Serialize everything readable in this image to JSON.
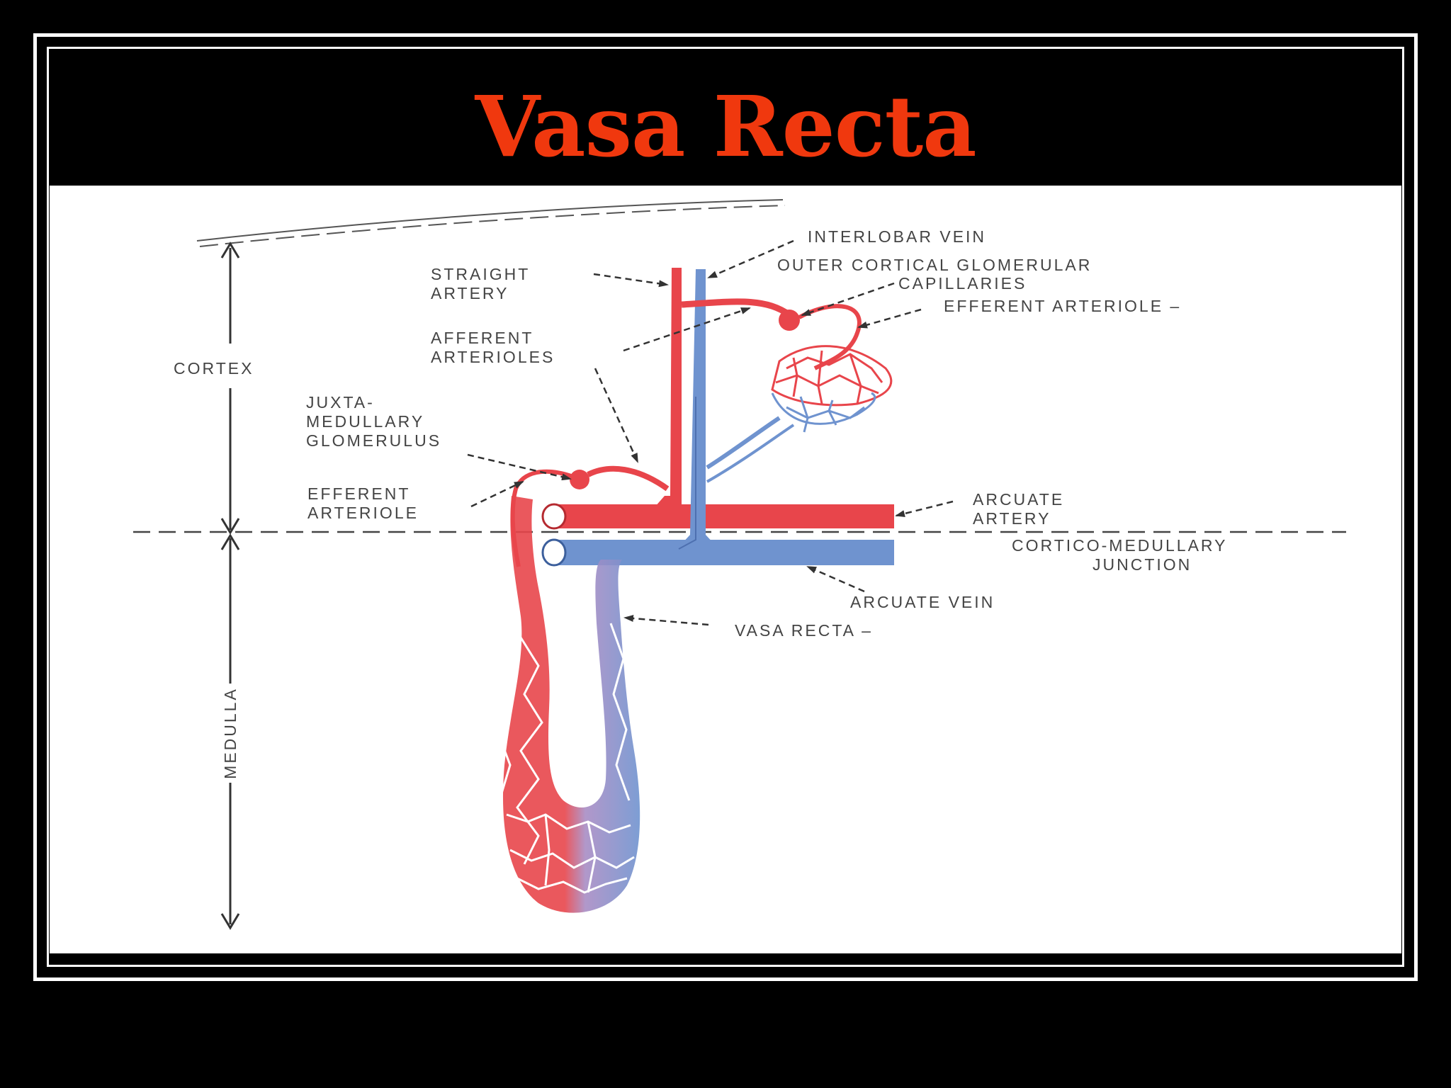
{
  "slide": {
    "title": "Vasa Recta"
  },
  "colors": {
    "title": "#f0380e",
    "artery": "#e8454b",
    "vein": "#6f93cf",
    "label": "#444444",
    "background": "#000000",
    "panel": "#ffffff"
  },
  "diagram": {
    "regions": {
      "cortex": "CORTEX",
      "medulla": "MEDULLA"
    },
    "labels": {
      "interlobar_vein": "INTERLOBAR VEIN",
      "outer_cortical_1": "OUTER CORTICAL GLOMERULAR",
      "outer_cortical_2": "CAPILLARIES",
      "efferent_top": "EFFERENT ARTERIOLE –",
      "straight_artery_1": "STRAIGHT",
      "straight_artery_2": "ARTERY",
      "afferent_1": "AFFERENT",
      "afferent_2": "ARTERIOLES",
      "juxta_1": "JUXTA-",
      "juxta_2": "MEDULLARY",
      "juxta_3": "GLOMERULUS",
      "efferent_left_1": "EFFERENT",
      "efferent_left_2": "ARTERIOLE",
      "arcuate_artery_1": "ARCUATE",
      "arcuate_artery_2": "ARTERY",
      "cmj_1": "CORTICO-MEDULLARY",
      "cmj_2": "JUNCTION",
      "arcuate_vein": "ARCUATE VEIN",
      "vasa_recta": "VASA RECTA –"
    }
  }
}
